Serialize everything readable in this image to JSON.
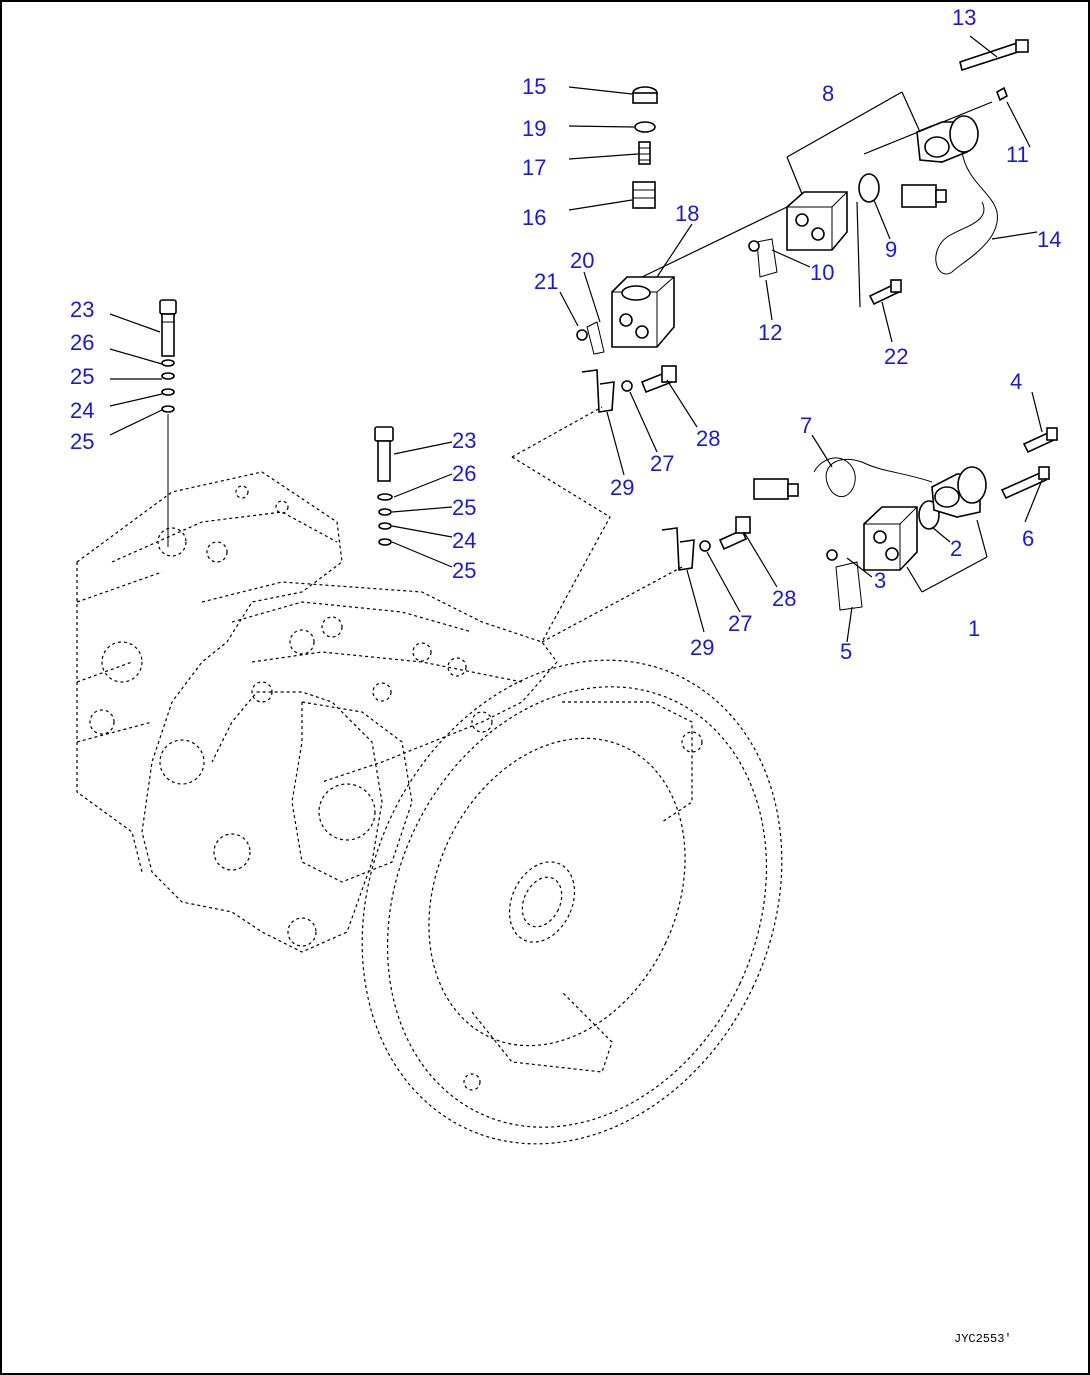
{
  "diagram_code": "JYC2553'",
  "colors": {
    "callout": "#1a1ad6",
    "line": "#000000",
    "background": "#ffffff"
  },
  "callouts": [
    {
      "id": "c13",
      "text": "13"
    },
    {
      "id": "c8",
      "text": "8"
    },
    {
      "id": "c11",
      "text": "11"
    },
    {
      "id": "c15",
      "text": "15"
    },
    {
      "id": "c19",
      "text": "19"
    },
    {
      "id": "c17",
      "text": "17"
    },
    {
      "id": "c16",
      "text": "16"
    },
    {
      "id": "c18",
      "text": "18"
    },
    {
      "id": "c9",
      "text": "9"
    },
    {
      "id": "c14",
      "text": "14"
    },
    {
      "id": "c20",
      "text": "20"
    },
    {
      "id": "c21",
      "text": "21"
    },
    {
      "id": "c10",
      "text": "10"
    },
    {
      "id": "c12",
      "text": "12"
    },
    {
      "id": "c22",
      "text": "22"
    },
    {
      "id": "c23a",
      "text": "23"
    },
    {
      "id": "c26a",
      "text": "26"
    },
    {
      "id": "c25a",
      "text": "25"
    },
    {
      "id": "c24a",
      "text": "24"
    },
    {
      "id": "c25b",
      "text": "25"
    },
    {
      "id": "c28a",
      "text": "28"
    },
    {
      "id": "c27a",
      "text": "27"
    },
    {
      "id": "c29a",
      "text": "29"
    },
    {
      "id": "c4",
      "text": "4"
    },
    {
      "id": "c7",
      "text": "7"
    },
    {
      "id": "c23b",
      "text": "23"
    },
    {
      "id": "c26b",
      "text": "26"
    },
    {
      "id": "c25c",
      "text": "25"
    },
    {
      "id": "c24b",
      "text": "24"
    },
    {
      "id": "c25d",
      "text": "25"
    },
    {
      "id": "c2",
      "text": "2"
    },
    {
      "id": "c6",
      "text": "6"
    },
    {
      "id": "c3",
      "text": "3"
    },
    {
      "id": "c28b",
      "text": "28"
    },
    {
      "id": "c1",
      "text": "1"
    },
    {
      "id": "c27b",
      "text": "27"
    },
    {
      "id": "c29b",
      "text": "29"
    },
    {
      "id": "c5",
      "text": "5"
    }
  ]
}
